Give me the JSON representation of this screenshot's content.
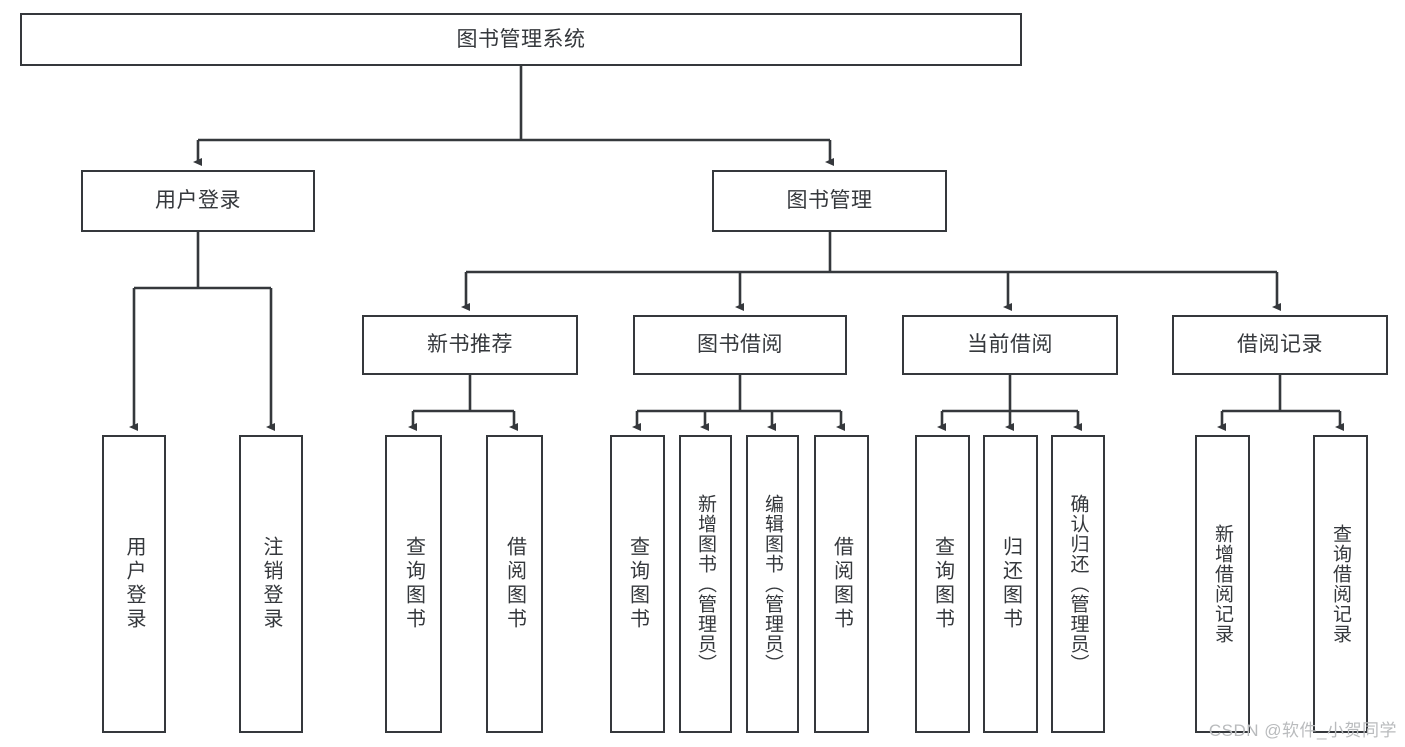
{
  "diagram": {
    "title": "图书管理系统",
    "type": "tree-hierarchy",
    "watermark": "CSDN @软件_小贺同学",
    "colors": {
      "stroke": "#35383c",
      "background": "#ffffff",
      "text": "#35383c",
      "watermark": "#b9bbbd"
    },
    "root": {
      "label": "图书管理系统"
    },
    "level2": [
      {
        "label": "用户登录"
      },
      {
        "label": "图书管理"
      }
    ],
    "level3": [
      {
        "label": "新书推荐"
      },
      {
        "label": "图书借阅"
      },
      {
        "label": "当前借阅"
      },
      {
        "label": "借阅记录"
      }
    ],
    "leaves": {
      "user_login": [
        {
          "label": "用户登录"
        },
        {
          "label": "注销登录"
        }
      ],
      "new_book_recommend": [
        {
          "label": "查询图书"
        },
        {
          "label": "借阅图书"
        }
      ],
      "book_borrow": [
        {
          "label": "查询图书"
        },
        {
          "label": "新增图书（管理员）"
        },
        {
          "label": "编辑图书（管理员）"
        },
        {
          "label": "借阅图书"
        }
      ],
      "current_borrow": [
        {
          "label": "查询图书"
        },
        {
          "label": "归还图书"
        },
        {
          "label": "确认归还（管理员）"
        }
      ],
      "borrow_record": [
        {
          "label": "新增借阅记录"
        },
        {
          "label": "查询借阅记录"
        }
      ]
    }
  }
}
